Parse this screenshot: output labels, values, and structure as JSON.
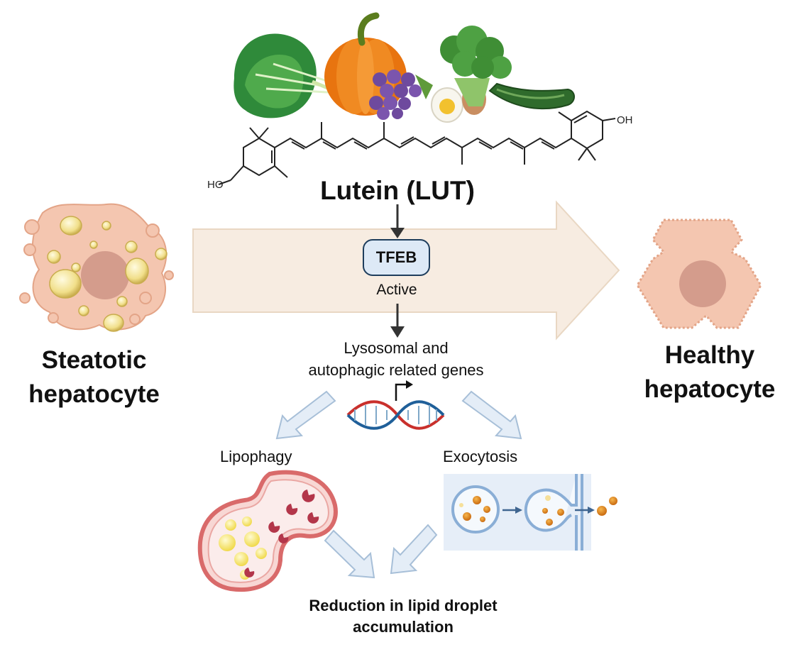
{
  "labels": {
    "compound": "Lutein (LUT)",
    "tfeb": "TFEB",
    "tfeb_state": "Active",
    "genes_line1": "Lysosomal and",
    "genes_line2": "autophagic related genes",
    "lipophagy": "Lipophagy",
    "exocytosis": "Exocytosis",
    "outcome_line1": "Reduction in lipid droplet",
    "outcome_line2": "accumulation",
    "left_cell_line1": "Steatotic",
    "left_cell_line2": "hepatocyte",
    "right_cell_line1": "Healthy",
    "right_cell_line2": "hepatocyte",
    "oh_right": "OH",
    "ho_left": "HO"
  },
  "colors": {
    "big_arrow_fill": "#f7ece1",
    "big_arrow_stroke": "#e9d7c3",
    "tfeb_fill": "#dde9f6",
    "tfeb_stroke": "#1e3d5c",
    "cell_fill": "#f4c6b0",
    "cell_stroke": "#e3a487",
    "nucleus": "#d49c8c",
    "lipid_droplet": "#f0e29a",
    "small_arrow_fill": "#e4edf7",
    "small_arrow_stroke": "#a7bfd8"
  },
  "icons": [
    "kale-icon",
    "pumpkin-icon",
    "grapes-icon",
    "egg-icon",
    "broccoli-icon",
    "zucchini-icon",
    "dna-icon",
    "transcription-start-icon"
  ]
}
